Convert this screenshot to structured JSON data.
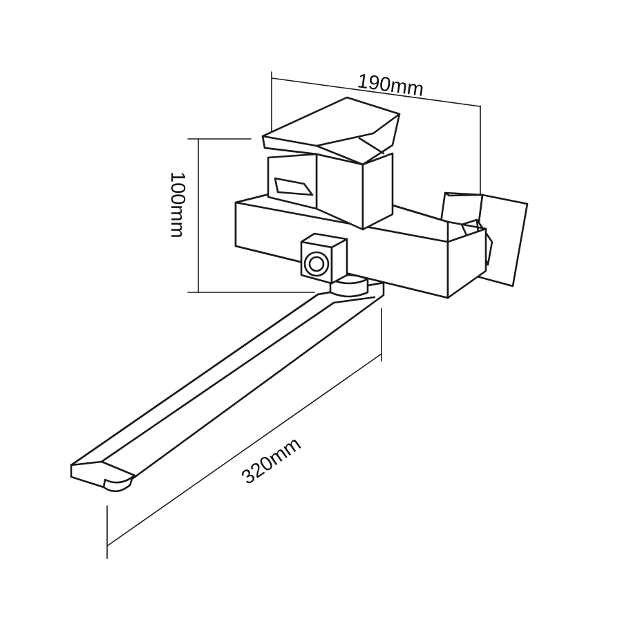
{
  "dimensions": {
    "width_label": "190mm",
    "height_label": "100mm",
    "spout_label": "320mm"
  }
}
